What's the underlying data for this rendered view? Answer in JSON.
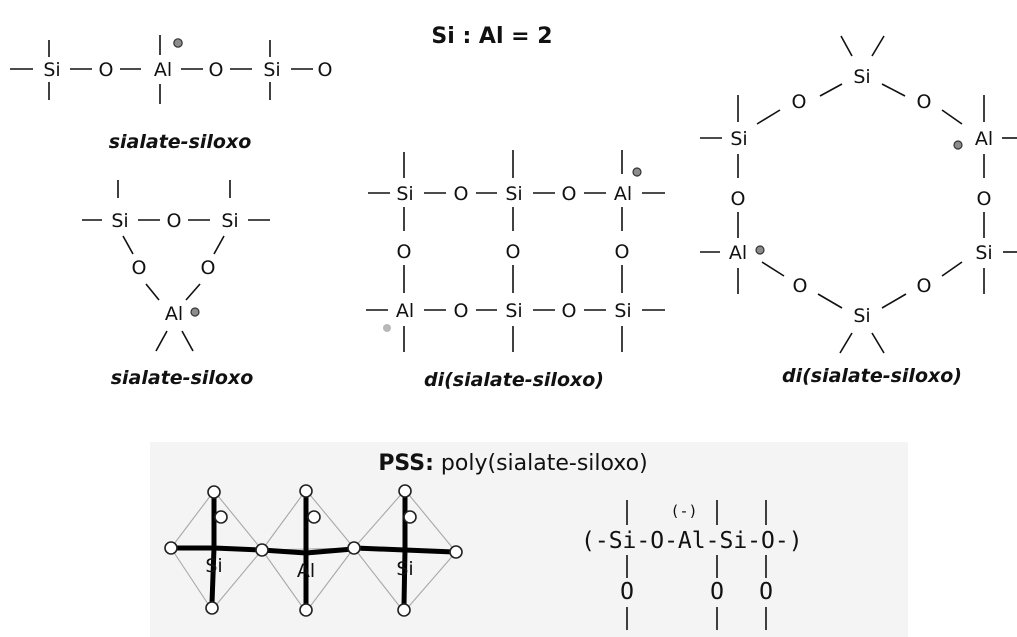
{
  "header": {
    "ratio_label": "Si : Al = 2"
  },
  "atoms": {
    "si": "Si",
    "o": "O",
    "al": "Al"
  },
  "structures": {
    "chain_caption": "sialate-siloxo",
    "triangle_caption": "sialate-siloxo",
    "square_caption": "di(sialate-siloxo)",
    "hexagon_caption": "di(sialate-siloxo)"
  },
  "pss": {
    "bold_prefix": "PSS:",
    "name": " poly(sialate-siloxo)",
    "formula": "(-Si-O-Al-Si-O-)",
    "charge_label": "(-)",
    "pendant_o": "O"
  },
  "colors": {
    "ink": "#111111",
    "charge_dot": "#8c8c8c",
    "tetra_edge": "#a8a8a8",
    "band": "#f4f4f4"
  }
}
